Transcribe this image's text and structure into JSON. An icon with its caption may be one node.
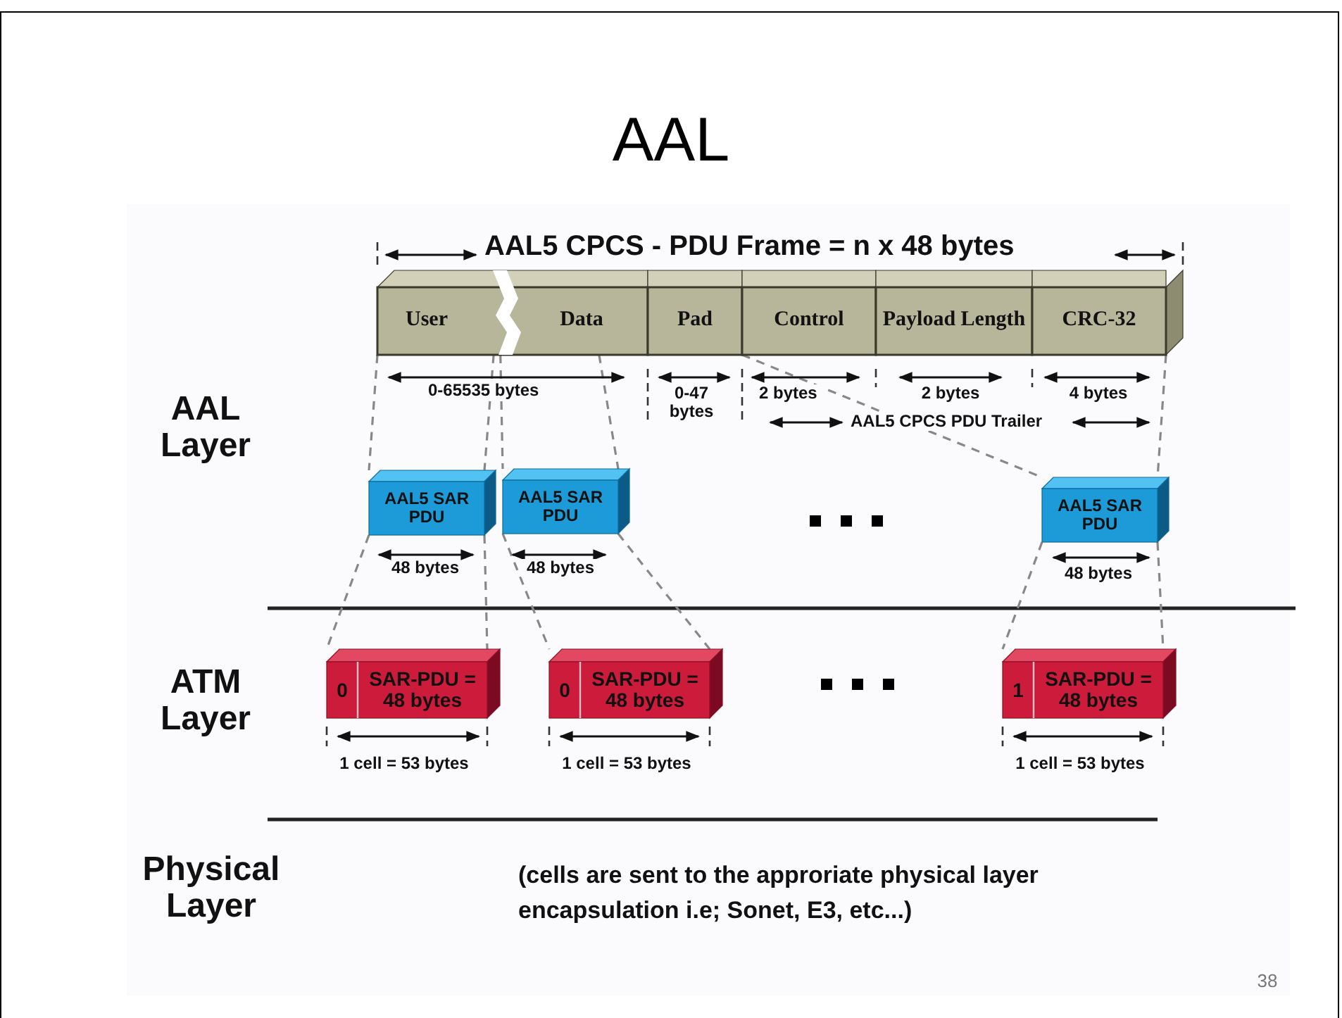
{
  "diagram": {
    "title": "AAL",
    "nodes": [
      {
        "text": [
          "User",
          "Data"
        ]
      },
      {
        "text": [
          "Pad"
        ]
      },
      {
        "text": [
          "Control"
        ]
      },
      {
        "text": [
          "Payload Length"
        ]
      },
      {
        "text": [
          "CRC-32"
        ]
      },
      {
        "text": [
          "AAL5 SAR PDU"
        ]
      },
      {
        "text": [
          "AAL5 SAR PDU"
        ]
      },
      {
        "text": [
          "AAL5 SAR PDU"
        ]
      },
      {
        "text": [
          "0",
          "SAR-PDU = 48 bytes"
        ]
      },
      {
        "text": [
          "0",
          "SAR-PDU = 48 bytes"
        ]
      },
      {
        "text": [
          "1",
          "SAR-PDU = 48 bytes"
        ]
      }
    ],
    "edges": [
      {
        "from": 0,
        "to": 5,
        "arrow": "none",
        "style": "dashed"
      },
      {
        "from": 0,
        "to": 6,
        "arrow": "none",
        "style": "dashed"
      },
      {
        "from": 2,
        "to": 7,
        "arrow": "none",
        "style": "dashed"
      },
      {
        "from": 4,
        "to": 7,
        "arrow": "none",
        "style": "dashed"
      },
      {
        "from": 5,
        "to": 8,
        "arrow": "none",
        "style": "dashed"
      },
      {
        "from": 6,
        "to": 9,
        "arrow": "none",
        "style": "dashed"
      },
      {
        "from": 7,
        "to": 10,
        "arrow": "none",
        "style": "dashed"
      }
    ],
    "labels": [
      "AAL5 CPCS - PDU Frame = n x 48 bytes",
      "AAL Layer",
      "0-65535 bytes",
      "0-47 bytes",
      "2 bytes",
      "2 bytes",
      "4 bytes",
      "AAL5 CPCS PDU Trailer",
      "48 bytes",
      "48 bytes",
      "48 bytes",
      "ATM Layer",
      "1 cell = 53 bytes",
      "1 cell = 53 bytes",
      "1 cell = 53 bytes",
      "Physical Layer",
      "(cells are sent to the approriate physical layer encapsulation i.e; Sonet, E3, etc...)",
      "38"
    ]
  }
}
